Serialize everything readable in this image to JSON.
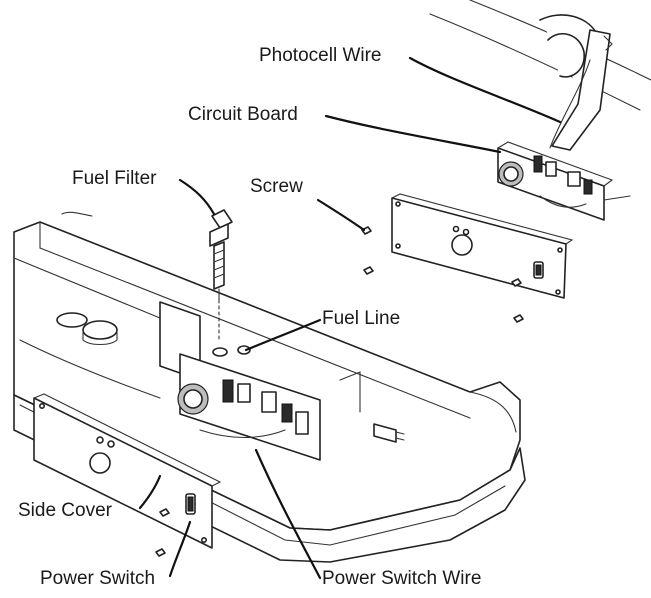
{
  "labels": {
    "photocell_wire": "Photocell Wire",
    "circuit_board": "Circuit Board",
    "fuel_filter": "Fuel Filter",
    "screw": "Screw",
    "fuel_line": "Fuel Line",
    "side_cover": "Side Cover",
    "power_switch": "Power Switch",
    "power_switch_wire": "Power Switch Wire"
  }
}
